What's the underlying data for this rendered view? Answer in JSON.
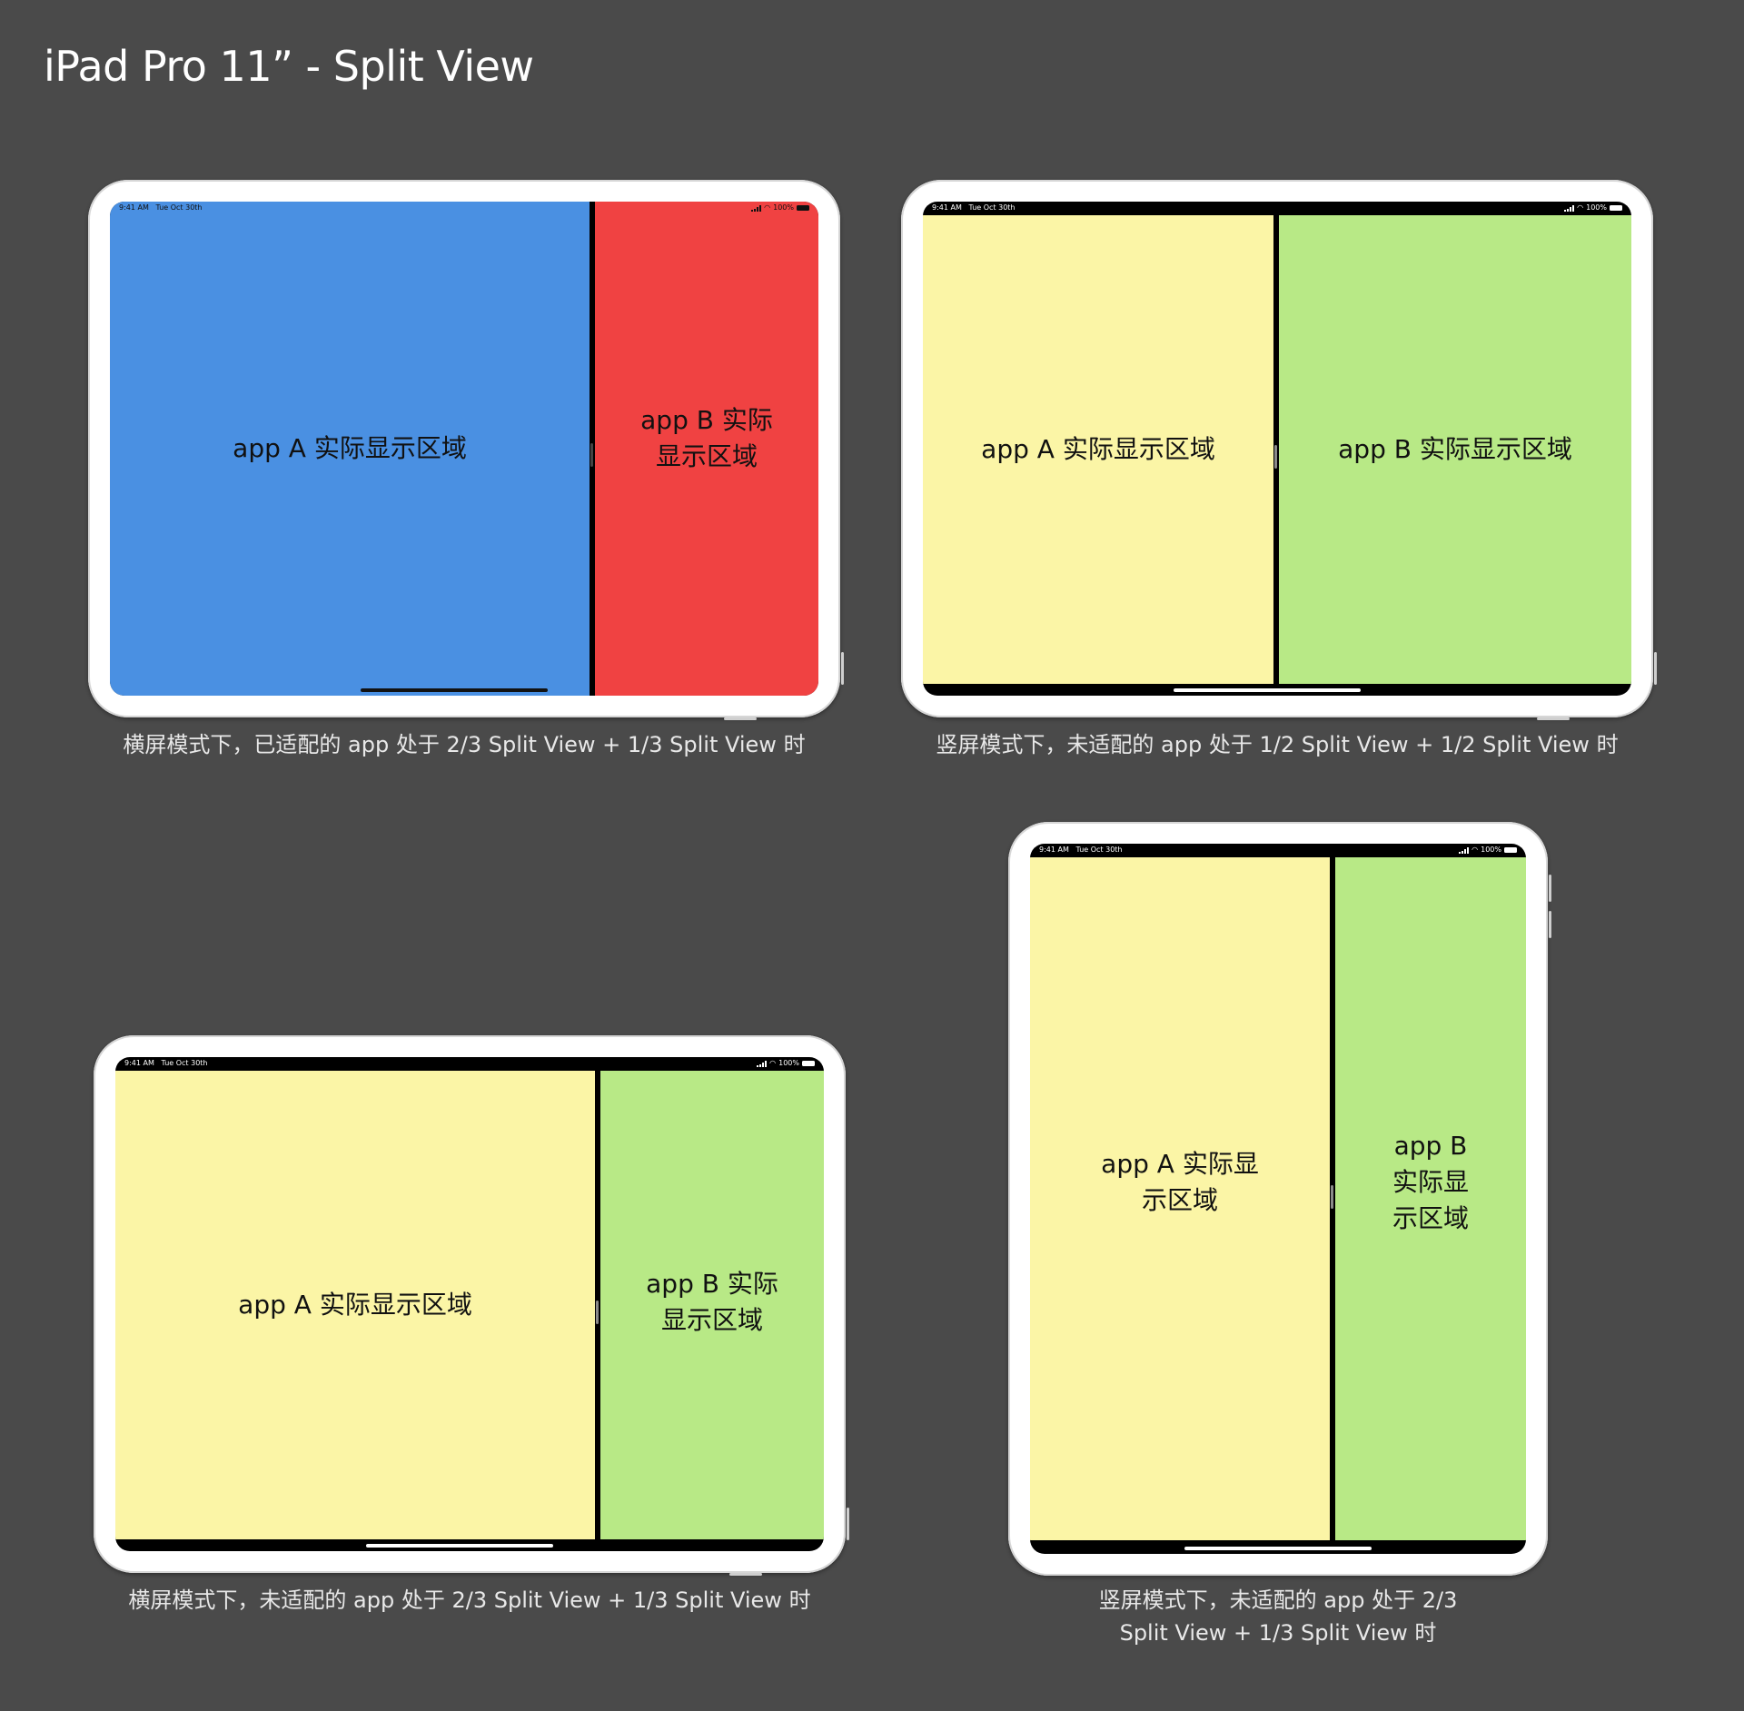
{
  "title": "iPad Pro 11” - Split View",
  "status_bar": {
    "time": "9:41 AM",
    "date": "Tue Oct 30th",
    "battery": "100%"
  },
  "colors": {
    "background": "#4a4a4a",
    "blue_pane": "#4a90e2",
    "red_pane": "#f04242",
    "yellow_pane": "#fbf5a6",
    "green_pane": "#b8e986",
    "bezel": "#ffffff",
    "divider": "#000000"
  },
  "devices": [
    {
      "pane_a": "app A 实际显示区域",
      "pane_b": "app B 实际\n显示区域",
      "caption": "横屏模式下，已适配的 app 处于 2/3 Split View + 1/3 Split View 时"
    },
    {
      "pane_a": "app A 实际显示区域",
      "pane_b": "app B 实际显示区域",
      "caption": "竖屏模式下，未适配的 app 处于 1/2 Split View + 1/2 Split View 时"
    },
    {
      "pane_a": "app A 实际显示区域",
      "pane_b": "app B 实际\n显示区域",
      "caption": "横屏模式下，未适配的 app 处于 2/3 Split View + 1/3 Split View 时"
    },
    {
      "pane_a": "app A 实际显\n示区域",
      "pane_b": "app B\n实际显\n示区域",
      "caption": "竖屏模式下，未适配的 app 处于 2/3\nSplit View + 1/3 Split View 时"
    }
  ]
}
